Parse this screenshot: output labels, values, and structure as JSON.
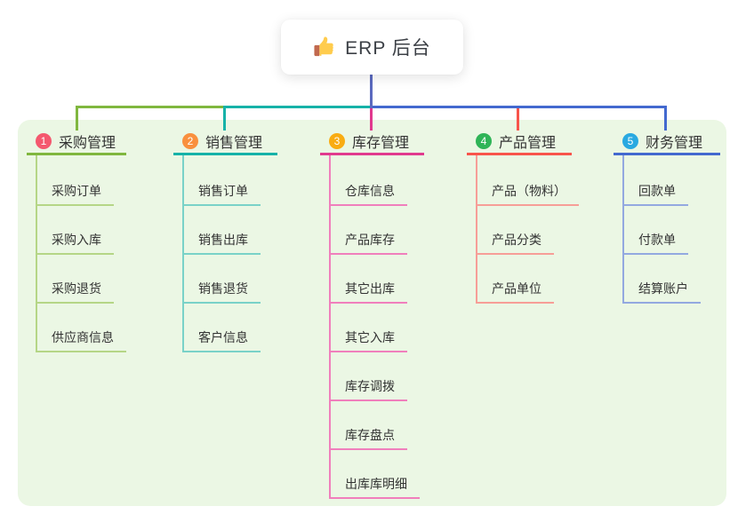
{
  "root": {
    "label": "ERP 后台",
    "icon": "thumbs-up-icon"
  },
  "colors": {
    "canvas_bg": "#ffffff",
    "panel_bg": "#ebf7e4",
    "trunk_line": "#5b6abf",
    "node_text": "#333333",
    "root_text": "#3c4046",
    "badge_text": "#ffffff",
    "thumb_gold": "#ffcc4d",
    "thumb_cuff": "#c1694f"
  },
  "branches": [
    {
      "index": "1",
      "label": "采购管理",
      "badge_color": "#f4586e",
      "line_color": "#80b73f",
      "child_line_color": "#b5d686",
      "children": [
        "采购订单",
        "采购入库",
        "采购退货",
        "供应商信息"
      ]
    },
    {
      "index": "2",
      "label": "销售管理",
      "badge_color": "#f9903e",
      "line_color": "#16b2a8",
      "child_line_color": "#79d2c8",
      "children": [
        "销售订单",
        "销售出库",
        "销售退货",
        "客户信息"
      ]
    },
    {
      "index": "3",
      "label": "库存管理",
      "badge_color": "#f9ac12",
      "line_color": "#e1398e",
      "child_line_color": "#f07fbc",
      "children": [
        "仓库信息",
        "产品库存",
        "其它出库",
        "其它入库",
        "库存调拨",
        "库存盘点",
        "出库库明细"
      ]
    },
    {
      "index": "4",
      "label": "产品管理",
      "badge_color": "#2fb457",
      "line_color": "#f8544b",
      "child_line_color": "#f79e97",
      "children": [
        "产品（物料）",
        "产品分类",
        "产品单位"
      ]
    },
    {
      "index": "5",
      "label": "财务管理",
      "badge_color": "#29a9e1",
      "line_color": "#4369cf",
      "child_line_color": "#93a9e0",
      "children": [
        "回款单",
        "付款单",
        "结算账户"
      ]
    }
  ]
}
